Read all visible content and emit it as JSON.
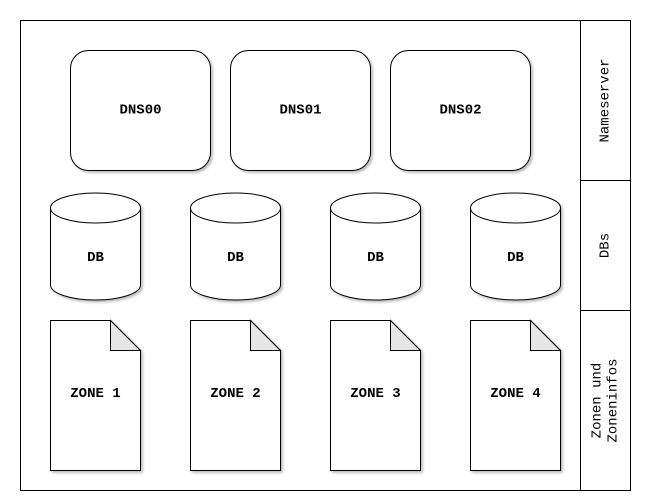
{
  "nameservers": [
    {
      "label": "DNS00"
    },
    {
      "label": "DNS01"
    },
    {
      "label": "DNS02"
    }
  ],
  "databases": [
    {
      "label": "DB"
    },
    {
      "label": "DB"
    },
    {
      "label": "DB"
    },
    {
      "label": "DB"
    }
  ],
  "zones": [
    {
      "label": "ZONE 1"
    },
    {
      "label": "ZONE 2"
    },
    {
      "label": "ZONE 3"
    },
    {
      "label": "ZONE 4"
    }
  ],
  "lanes": [
    {
      "lines": [
        "Nameserver"
      ]
    },
    {
      "lines": [
        "DBs"
      ]
    },
    {
      "lines": [
        "Zonen und",
        "Zoneninfos"
      ]
    }
  ]
}
